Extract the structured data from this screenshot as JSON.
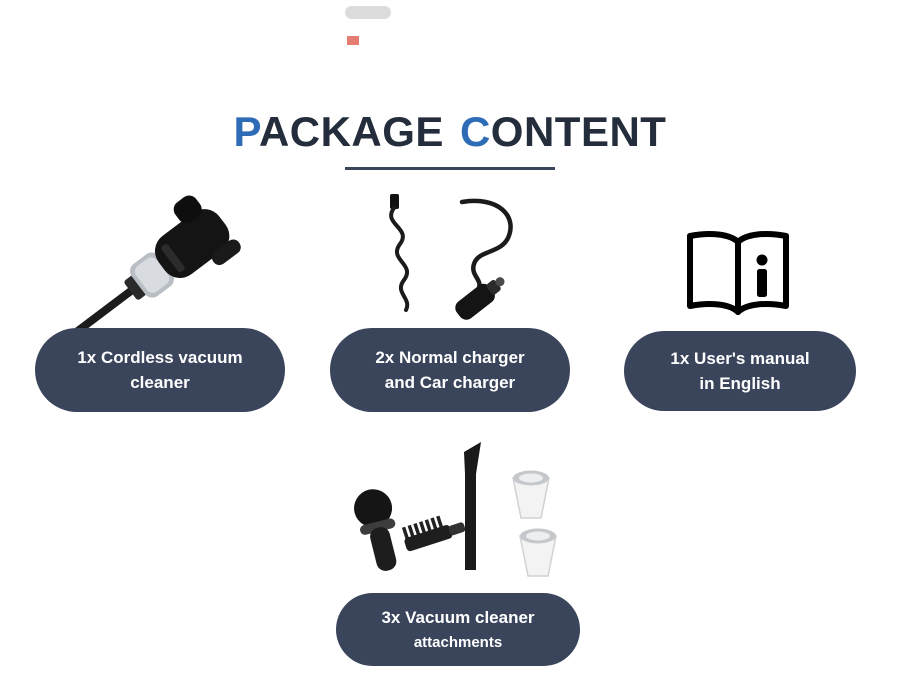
{
  "title": {
    "word1_accent": "P",
    "word1_rest": "ACKAGE",
    "word2_accent": "C",
    "word2_rest": "ONTENT"
  },
  "cards": [
    {
      "image": "cordless-vacuum-image",
      "line1": "1x Cordless vacuum",
      "line2": "cleaner"
    },
    {
      "image": "charger-cables-image",
      "line1": "2x Normal charger",
      "line2": "and Car charger"
    },
    {
      "image": "users-manual-book-icon",
      "line1": "1x User's manual",
      "line2": "in English"
    },
    {
      "image": "vacuum-attachments-image",
      "line1": "3x Vacuum cleaner",
      "line2": "attachments"
    }
  ],
  "colors": {
    "accent_blue": "#2e6db5",
    "title_dark": "#242d3b",
    "pill_navy": "#3a455c",
    "underline": "#3a455c",
    "pill_text": "#ffffff"
  }
}
